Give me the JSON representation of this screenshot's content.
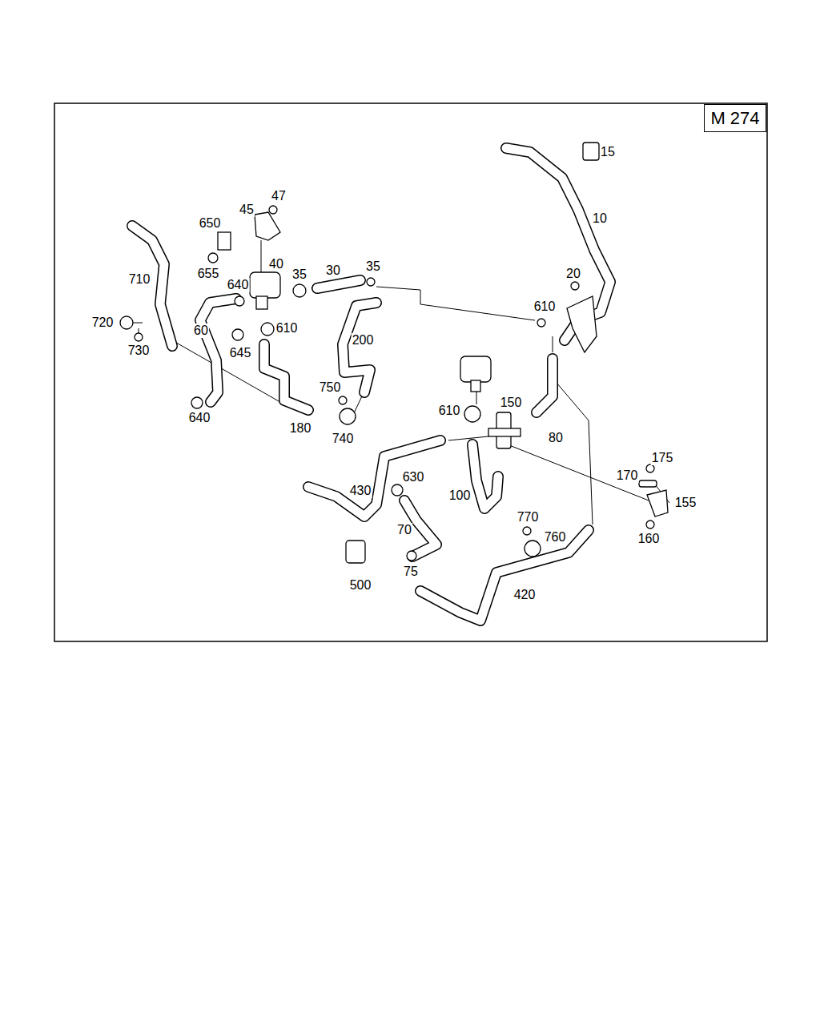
{
  "diagram": {
    "nodes": [
      {
        "text": [
          "M 274"
        ]
      }
    ],
    "labels": [
      "15",
      "10",
      "47",
      "45",
      "650",
      "40",
      "35",
      "30",
      "35",
      "20",
      "710",
      "655",
      "640",
      "610",
      "720",
      "610",
      "60",
      "645",
      "730",
      "200",
      "750",
      "640",
      "180",
      "740",
      "150",
      "610",
      "80",
      "175",
      "170",
      "630",
      "430",
      "155",
      "100",
      "770",
      "70",
      "760",
      "160",
      "75",
      "500",
      "420"
    ]
  }
}
